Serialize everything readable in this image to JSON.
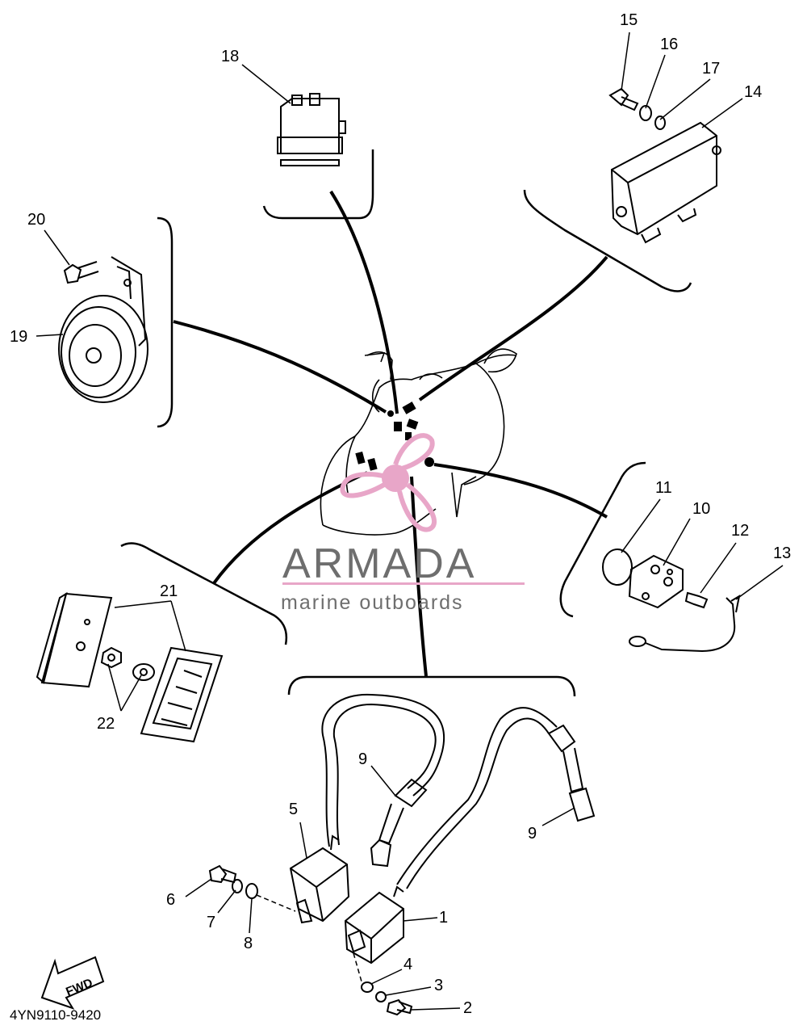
{
  "watermark": {
    "brand": "ARMADA",
    "tagline": "marine outboards",
    "accent_color": "#e8a6c8"
  },
  "diagram_code": "4YN9110-9420",
  "fwd_arrow": {
    "label": "FWD",
    "icon": "fwd-arrow-icon"
  },
  "parts": [
    {
      "id": "p1",
      "label": "1"
    },
    {
      "id": "p2",
      "label": "2"
    },
    {
      "id": "p3",
      "label": "3"
    },
    {
      "id": "p4",
      "label": "4"
    },
    {
      "id": "p5",
      "label": "5"
    },
    {
      "id": "p6",
      "label": "6"
    },
    {
      "id": "p7",
      "label": "7"
    },
    {
      "id": "p8",
      "label": "8"
    },
    {
      "id": "p9a",
      "label": "9"
    },
    {
      "id": "p9b",
      "label": "9"
    },
    {
      "id": "p10",
      "label": "10"
    },
    {
      "id": "p11",
      "label": "11"
    },
    {
      "id": "p12",
      "label": "12"
    },
    {
      "id": "p13",
      "label": "13"
    },
    {
      "id": "p14",
      "label": "14"
    },
    {
      "id": "p15",
      "label": "15"
    },
    {
      "id": "p16",
      "label": "16"
    },
    {
      "id": "p17",
      "label": "17"
    },
    {
      "id": "p18",
      "label": "18"
    },
    {
      "id": "p19",
      "label": "19"
    },
    {
      "id": "p20",
      "label": "20"
    },
    {
      "id": "p21",
      "label": "21"
    },
    {
      "id": "p22",
      "label": "22"
    }
  ]
}
